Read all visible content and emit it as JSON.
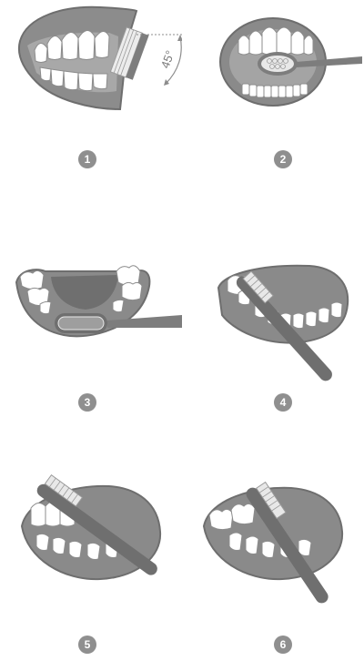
{
  "colors": {
    "gum_dark": "#7d7d7d",
    "gum_mid": "#9a9a9a",
    "tongue": "#8a8a8a",
    "teeth": "#ffffff",
    "outline": "#6e6e6e",
    "brush": "#8a8a8a",
    "bristles": "#e9e9e9",
    "badge": "#8f8f8f"
  },
  "steps": [
    {
      "number": "1",
      "illustration": "front-teeth-45-degree-icon"
    },
    {
      "number": "2",
      "illustration": "inner-front-teeth-icon"
    },
    {
      "number": "3",
      "illustration": "lower-inner-teeth-icon"
    },
    {
      "number": "4",
      "illustration": "upper-chewing-surface-icon"
    },
    {
      "number": "5",
      "illustration": "outer-side-teeth-icon"
    },
    {
      "number": "6",
      "illustration": "back-side-teeth-icon"
    }
  ],
  "angle_label": "45°"
}
